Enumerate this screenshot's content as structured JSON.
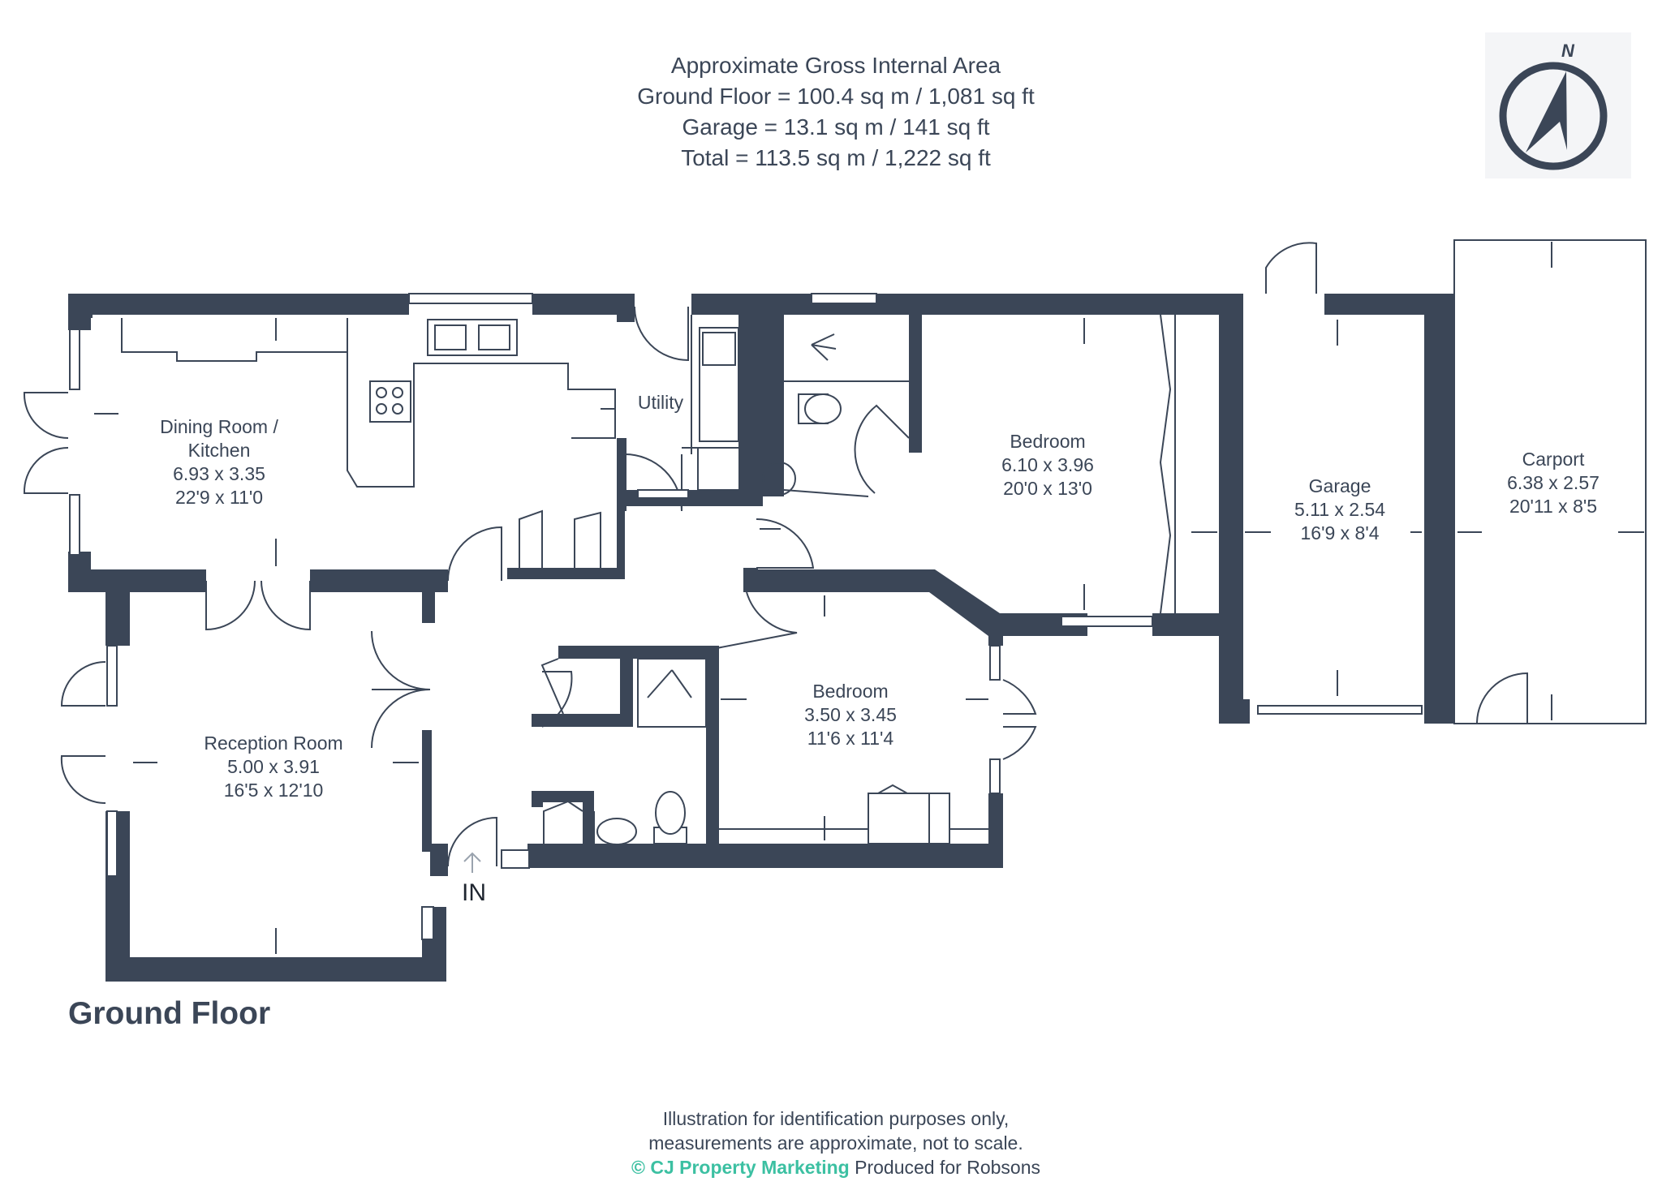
{
  "area": {
    "line1": "Approximate Gross Internal Area",
    "line2": "Ground Floor = 100.4 sq m / 1,081 sq ft",
    "line3": "Garage = 13.1 sq m / 141 sq ft",
    "line4": "Total = 113.5 sq m / 1,222 sq ft"
  },
  "compass": {
    "label": "N",
    "icon": "north-arrow-icon"
  },
  "rooms": {
    "dining": {
      "name1": "Dining Room /",
      "name2": "Kitchen",
      "metric": "6.93 x 3.35",
      "imperial": "22'9 x 11'0"
    },
    "utility": {
      "name": "Utility"
    },
    "bedroom1": {
      "name": "Bedroom",
      "metric": "6.10 x 3.96",
      "imperial": "20'0 x 13'0"
    },
    "garage": {
      "name": "Garage",
      "metric": "5.11 x 2.54",
      "imperial": "16'9 x 8'4"
    },
    "carport": {
      "name": "Carport",
      "metric": "6.38 x 2.57",
      "imperial": "20'11 x 8'5"
    },
    "reception": {
      "name": "Reception Room",
      "metric": "5.00 x 3.91",
      "imperial": "16'5 x 12'10"
    },
    "bedroom2": {
      "name": "Bedroom",
      "metric": "3.50 x 3.45",
      "imperial": "11'6 x 11'4"
    }
  },
  "entrance": {
    "label": "IN"
  },
  "floor_title": "Ground Floor",
  "footer": {
    "line1": "Illustration for identification purposes only,",
    "line2": "measurements are approximate, not to scale.",
    "brand": "© CJ Property Marketing",
    "produced": "Produced for Robsons"
  },
  "colors": {
    "wall": "#3b4657",
    "brand": "#3cc0a2",
    "background": "#ffffff"
  }
}
